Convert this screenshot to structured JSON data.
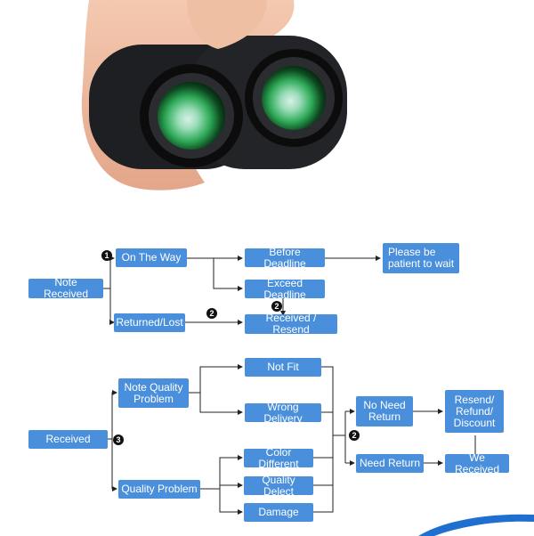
{
  "image": {
    "subject": "binoculars"
  },
  "colors": {
    "box": "#4a8fdb",
    "line": "#222222",
    "accent": "#1f6fd1"
  },
  "flow1": {
    "start": "Note Received",
    "on_the_way": "On The Way",
    "returned_lost": "Returned/Lost",
    "before_deadline": "Before Deadline",
    "exceed_deadline": "Exceed Deadline",
    "received_resend": "Received / Resend",
    "please_wait": "Please be patient to wait",
    "badge_1": "1",
    "badge_2a": "2",
    "badge_2b": "2"
  },
  "flow2": {
    "start": "Received",
    "badge_3": "3",
    "note_quality": "Note Quality Problem",
    "quality_problem": "Quality Problem",
    "not_fit": "Not Fit",
    "wrong_delivery": "Wrong Delivery",
    "color_different": "Color Different",
    "quality_defect": "Quality Delect",
    "damage": "Damage",
    "badge_2": "2",
    "no_need_return": "No Need Return",
    "need_return": "Need Return",
    "resend_refund": "Resend/ Refund/ Discount",
    "we_received": "We Received"
  }
}
